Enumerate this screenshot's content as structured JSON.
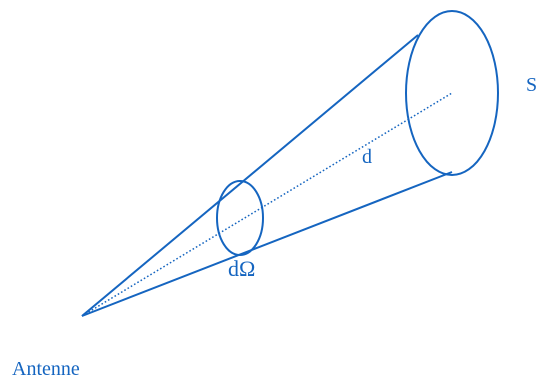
{
  "labels": {
    "antenna": "Antenne",
    "distance": "d",
    "solid_angle": "dΩ",
    "surface": "S"
  },
  "colors": {
    "line": "#1565c0",
    "text": "#1565c0",
    "background": "#ffffff"
  }
}
